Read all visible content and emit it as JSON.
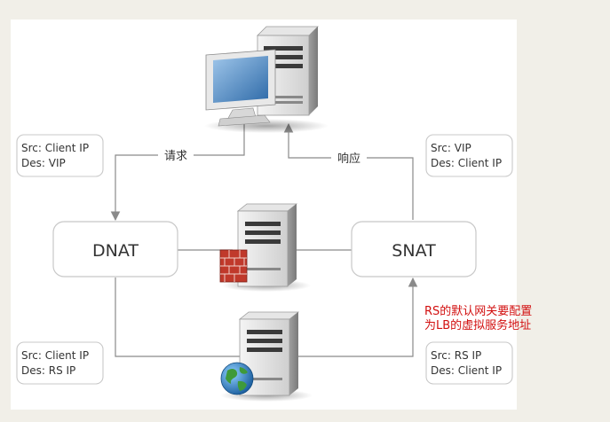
{
  "edge_labels": {
    "request": "请求",
    "response": "响应"
  },
  "nodes": {
    "dnat": "DNAT",
    "snat": "SNAT"
  },
  "info_boxes": {
    "client_to_dnat": {
      "src": "Src: Client IP",
      "des": "Des: VIP"
    },
    "vip_to_client": {
      "src": "Src: VIP",
      "des": "Des: Client IP"
    },
    "client_to_rs": {
      "src": "Src: Client IP",
      "des": "Des: RS IP"
    },
    "rs_to_client": {
      "src": "Src: RS IP",
      "des": "Des: Client IP"
    }
  },
  "note": {
    "line1": "RS的默认网关要配置",
    "line2": "为LB的虚拟服务地址",
    "color": "#d21010"
  },
  "icons": {
    "client": "desktop-computer-icon",
    "lb": "server-with-firewall-icon",
    "rs": "server-with-globe-icon"
  },
  "colors": {
    "line": "#8a8a8a",
    "box_border": "#c8c8c8",
    "firewall": "#c0392b",
    "globe": "#2a78b8"
  }
}
